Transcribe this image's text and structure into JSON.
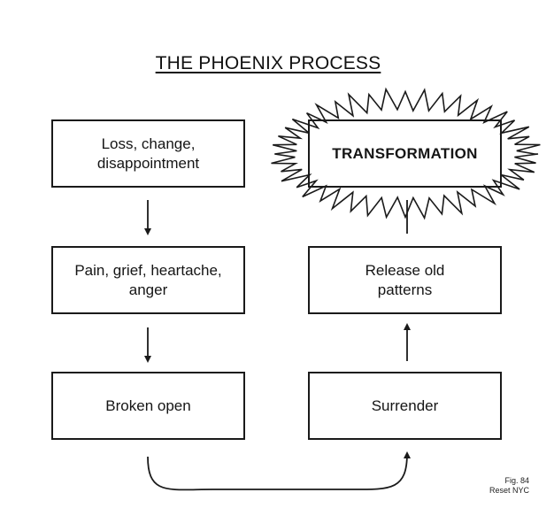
{
  "title": "THE PHOENIX PROCESS",
  "boxes": {
    "loss": "Loss, change, disappointment",
    "pain": "Pain, grief, heartache, anger",
    "broken": "Broken open",
    "surrender": "Surrender",
    "release": "Release old patterns",
    "transformation": "TRANSFORMATION"
  },
  "footer": {
    "fig": "Fig. 84",
    "source": "Reset NYC"
  }
}
